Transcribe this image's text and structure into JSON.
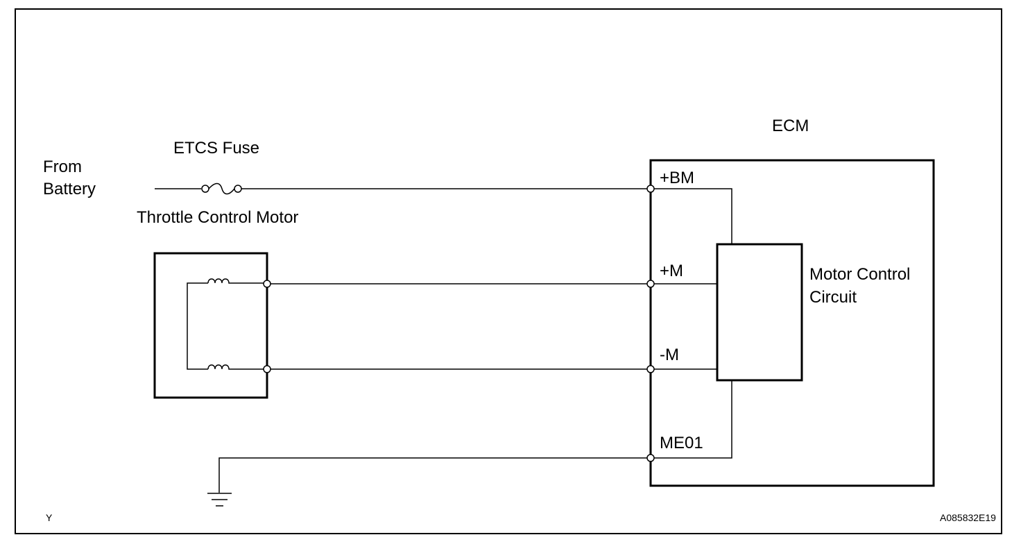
{
  "labels": {
    "source_line1": "From",
    "source_line2": "Battery",
    "fuse": "ETCS Fuse",
    "motor": "Throttle Control Motor",
    "ecm": "ECM",
    "circuit_line1": "Motor Control",
    "circuit_line2": "Circuit",
    "corner_left": "Y",
    "figure_code": "A085832E19"
  },
  "terminals": {
    "bm": "+BM",
    "m_plus": "+M",
    "m_minus": "-M",
    "me01": "ME01"
  },
  "icons": {
    "fuse": "fuse-icon",
    "coil": "coil-icon",
    "ground": "ground-icon"
  }
}
